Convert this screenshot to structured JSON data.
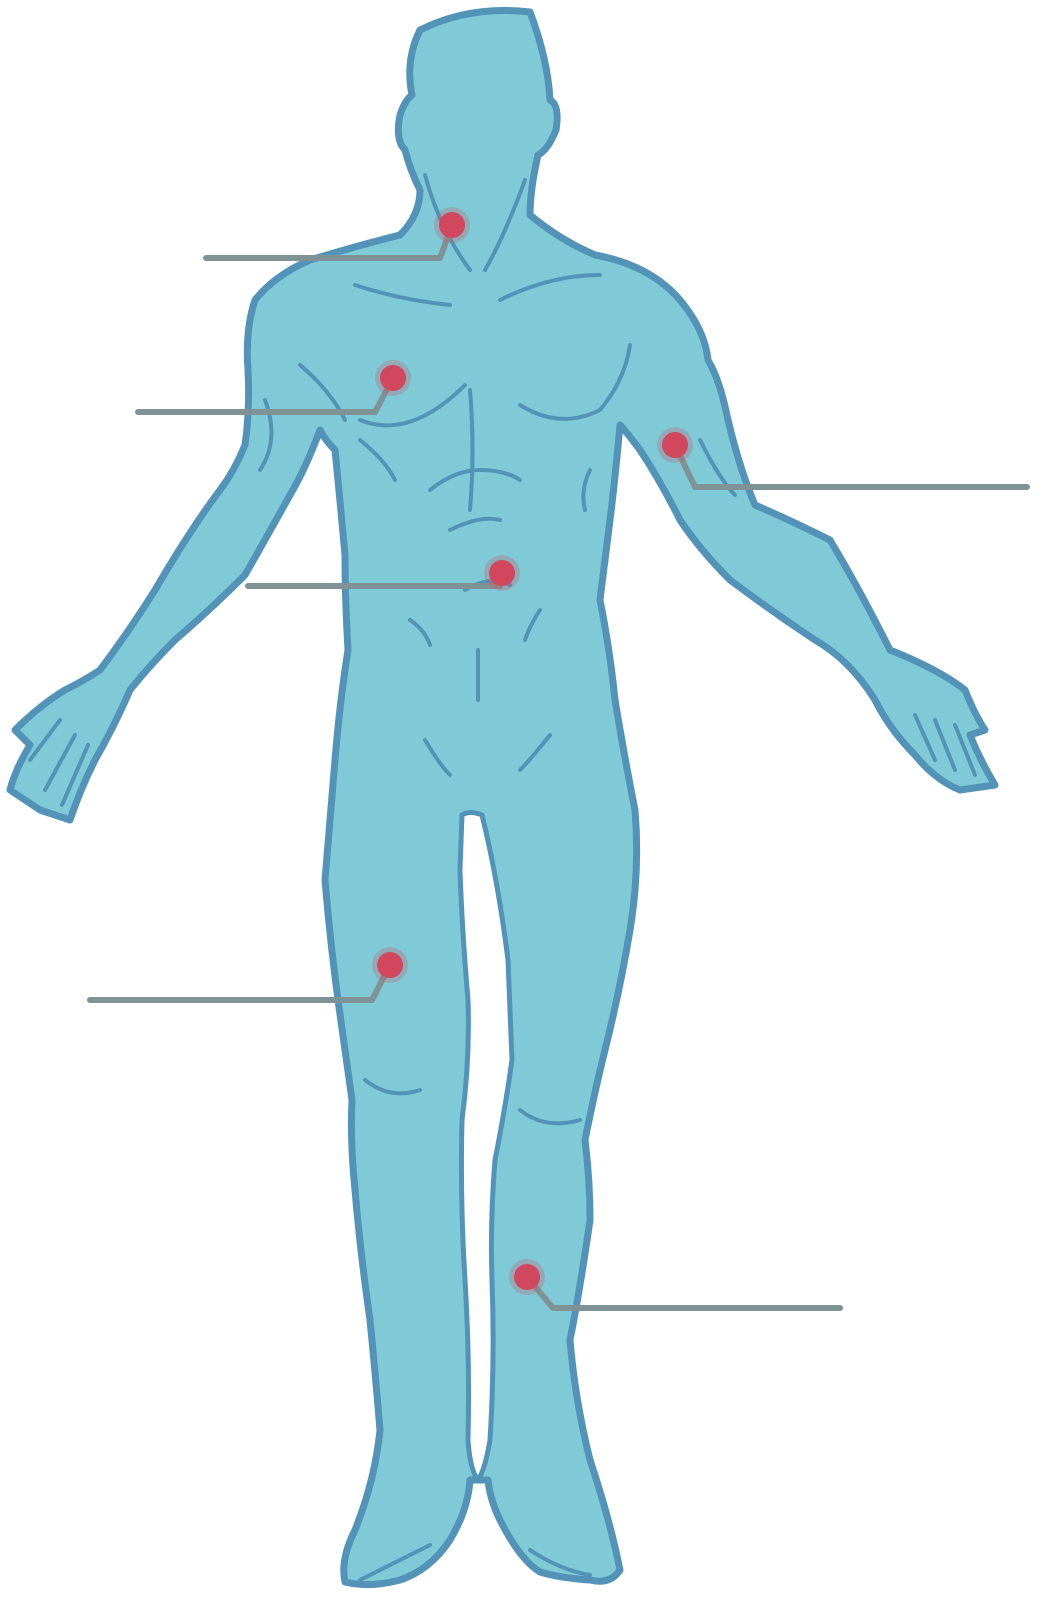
{
  "colors": {
    "skin": "#7fcad6",
    "outline": "#5393b8",
    "leader": "#7f9397",
    "dot": "#d0475e",
    "background": "#ffffff"
  },
  "callouts": [
    {
      "id": "neck",
      "label": ""
    },
    {
      "id": "chest",
      "label": ""
    },
    {
      "id": "upper-arm",
      "label": ""
    },
    {
      "id": "abdomen",
      "label": ""
    },
    {
      "id": "thigh",
      "label": ""
    },
    {
      "id": "shin",
      "label": ""
    }
  ]
}
